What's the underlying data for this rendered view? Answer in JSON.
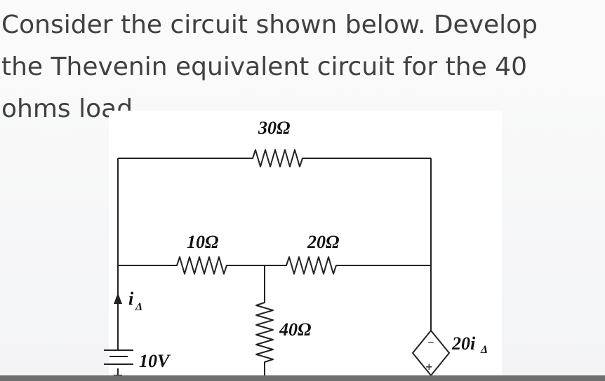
{
  "question": {
    "lines": [
      "Consider the circuit shown below. Develop",
      "the Thevenin equivalent circuit for the 40",
      "ohms load"
    ]
  },
  "circuit": {
    "labels": {
      "r30": "30Ω",
      "r10": "10Ω",
      "r20": "20Ω",
      "r40": "40Ω",
      "current_var": "i",
      "current_sub": "Δ",
      "source_10v": "10V",
      "dep_source_coef": "20i",
      "dep_source_sub": "Δ",
      "plus_sign": "+",
      "minus_sign": "−"
    },
    "colors": {
      "wire": "#222222",
      "text": "#404040"
    }
  }
}
